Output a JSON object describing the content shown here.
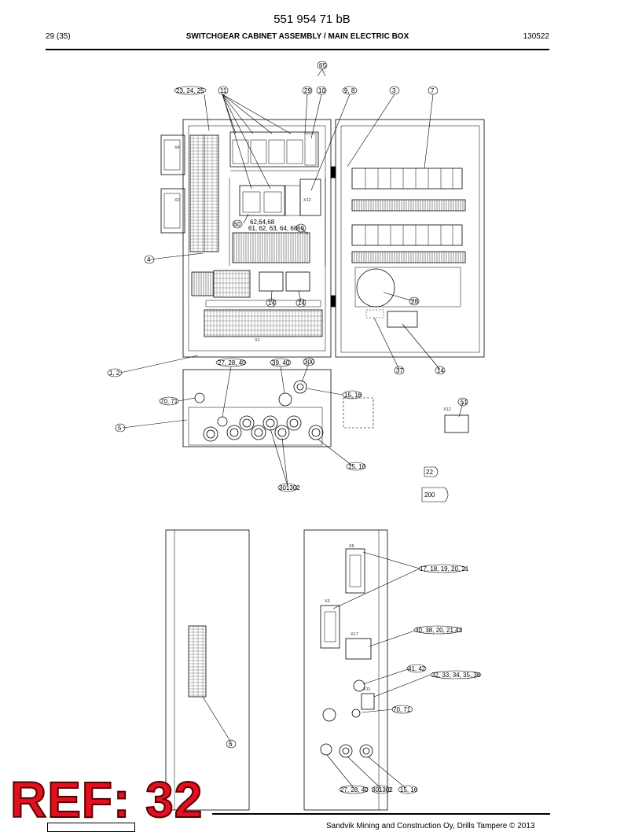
{
  "header": {
    "doc_number": "551 954 71 bB",
    "page": "29 (35)",
    "title": "SWITCHGEAR CABINET ASSEMBLY / MAIN ELECTRIC BOX",
    "date": "130522"
  },
  "callouts": {
    "c65": "65",
    "c23": "23, 24, 25",
    "c11": "11",
    "c29": "29",
    "c10": "10",
    "c9": "9, 8",
    "c3": "3",
    "c7": "7",
    "c4": "4",
    "c60": "60",
    "c62": "62,64,68",
    "c61": "61, 62, 63, 64, 68",
    "c69": "69",
    "c14a": "14",
    "c14b": "14",
    "c28": "28",
    "c37": "37",
    "c14c": "14",
    "c1": "1, 2",
    "c27a": "27, 28, 40",
    "c39": "39, 40",
    "c300": "300",
    "c15a": "15, 16",
    "c70a": "70, 71",
    "c5": "5",
    "c15b": "15, 16",
    "c301a": "301302",
    "c51": "51",
    "c22": "22",
    "c200": "200",
    "c17": "17, 18, 19, 20, 21",
    "c30": "30, 38, 20, 21,43",
    "c41": "41, 42",
    "c32": "32, 33, 34, 35, 36",
    "c70b": "70, 71",
    "c6": "6",
    "c27b": "27, 28, 40",
    "c301b": "301302",
    "c15c": "15, 16"
  },
  "labels": {
    "x4": "X4",
    "x2": "X2",
    "x12": "X12",
    "x12b": "X12",
    "x1": "X1",
    "x3": "X3",
    "x17": "X17",
    "x11": "X11",
    "x5": "X5"
  },
  "footer": {
    "copyright": "Sandvik Mining and Construction Oy, Drills Tampere © 2013"
  },
  "stamp": {
    "text": "REF: 32"
  }
}
